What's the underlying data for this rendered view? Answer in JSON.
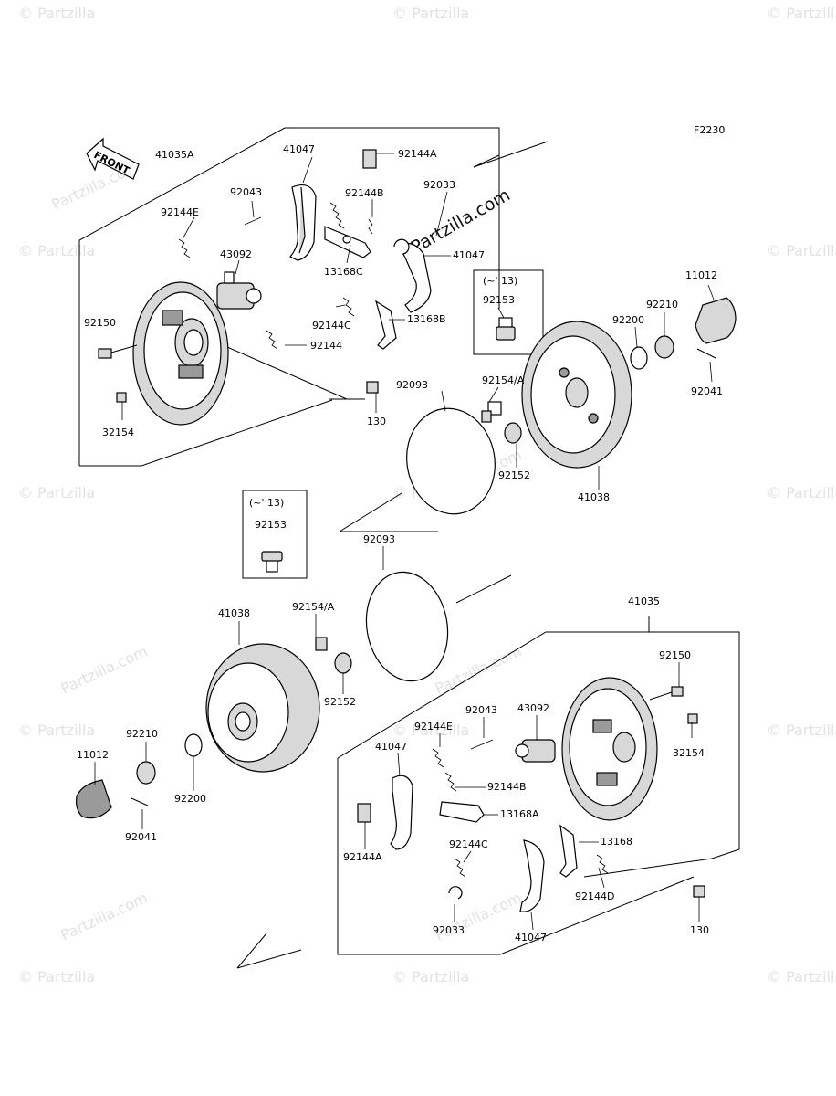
{
  "diagram": {
    "code": "F2230",
    "front_label": "FRONT",
    "watermark_text": "© Partzilla",
    "center_watermark": "Partzilla.com",
    "corner_watermark": "Partzilla.com",
    "notes": [
      {
        "id": "note-top",
        "text": "(~' 13)"
      },
      {
        "id": "note-mid",
        "text": "(~' 13)"
      }
    ],
    "labels": [
      {
        "id": "l1",
        "text": "41035A"
      },
      {
        "id": "l2",
        "text": "41047"
      },
      {
        "id": "l3",
        "text": "92144A"
      },
      {
        "id": "l4",
        "text": "92043"
      },
      {
        "id": "l5",
        "text": "92144B"
      },
      {
        "id": "l6",
        "text": "92033"
      },
      {
        "id": "l7",
        "text": "92144E"
      },
      {
        "id": "l8",
        "text": "41047"
      },
      {
        "id": "l9",
        "text": "43092"
      },
      {
        "id": "l10",
        "text": "13168C"
      },
      {
        "id": "l11",
        "text": "92153"
      },
      {
        "id": "l12",
        "text": "11012"
      },
      {
        "id": "l13",
        "text": "92210"
      },
      {
        "id": "l14",
        "text": "92200"
      },
      {
        "id": "l15",
        "text": "92150"
      },
      {
        "id": "l16",
        "text": "92144C"
      },
      {
        "id": "l17",
        "text": "13168B"
      },
      {
        "id": "l18",
        "text": "92144"
      },
      {
        "id": "l19",
        "text": "92093"
      },
      {
        "id": "l20",
        "text": "92154/A"
      },
      {
        "id": "l21",
        "text": "92041"
      },
      {
        "id": "l22",
        "text": "130"
      },
      {
        "id": "l23",
        "text": "32154"
      },
      {
        "id": "l24",
        "text": "92152"
      },
      {
        "id": "l25",
        "text": "41038"
      },
      {
        "id": "l26",
        "text": "92153"
      },
      {
        "id": "l27",
        "text": "92093"
      },
      {
        "id": "l28",
        "text": "41035"
      },
      {
        "id": "l29",
        "text": "41038"
      },
      {
        "id": "l30",
        "text": "92154/A"
      },
      {
        "id": "l31",
        "text": "92150"
      },
      {
        "id": "l32",
        "text": "92152"
      },
      {
        "id": "l33",
        "text": "92043"
      },
      {
        "id": "l34",
        "text": "43092"
      },
      {
        "id": "l35",
        "text": "92210"
      },
      {
        "id": "l36",
        "text": "92144E"
      },
      {
        "id": "l37",
        "text": "32154"
      },
      {
        "id": "l38",
        "text": "11012"
      },
      {
        "id": "l39",
        "text": "41047"
      },
      {
        "id": "l40",
        "text": "92200"
      },
      {
        "id": "l41",
        "text": "92144B"
      },
      {
        "id": "l42",
        "text": "13168A"
      },
      {
        "id": "l43",
        "text": "92041"
      },
      {
        "id": "l44",
        "text": "92144A"
      },
      {
        "id": "l45",
        "text": "92144C"
      },
      {
        "id": "l46",
        "text": "13168"
      },
      {
        "id": "l47",
        "text": "92144D"
      },
      {
        "id": "l48",
        "text": "92033"
      },
      {
        "id": "l49",
        "text": "41047"
      },
      {
        "id": "l50",
        "text": "130"
      }
    ]
  }
}
